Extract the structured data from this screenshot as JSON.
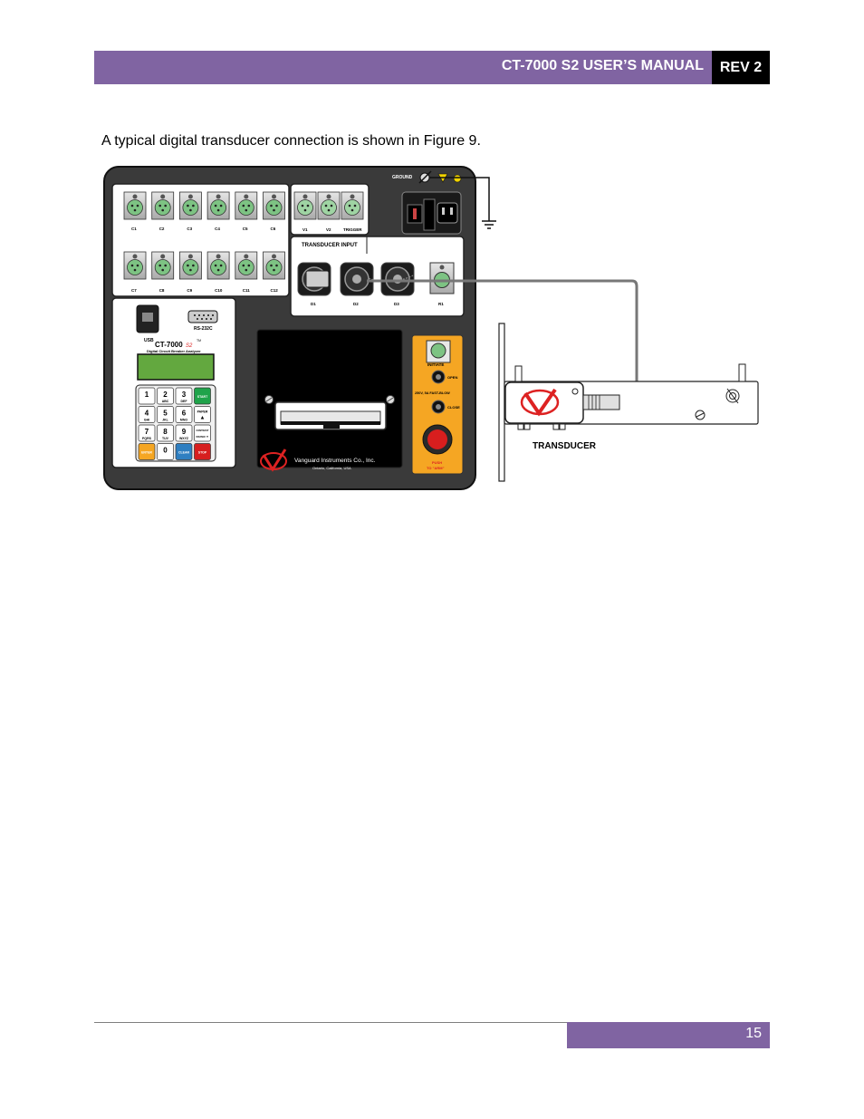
{
  "header": {
    "title": "CT-7000 S2 USER’S MANUAL",
    "rev": "REV 2"
  },
  "intro_text": "A typical digital transducer connection is shown in Figure 9.",
  "figure": {
    "ground_label": "GROUND",
    "channel_labels_row1": [
      "C1",
      "C2",
      "C3",
      "C4",
      "C5",
      "C6"
    ],
    "channel_labels_row2": [
      "C7",
      "C8",
      "C9",
      "C10",
      "C11",
      "C12"
    ],
    "voltage_labels": [
      "V1",
      "V2",
      "TRIGGER"
    ],
    "transducer_input_title": "TRANSDUCER INPUT",
    "transducer_port_labels": [
      "D1",
      "D2",
      "D3",
      "R1"
    ],
    "usb_label": "USB",
    "rs232_label": "RS-232C",
    "model": "CT-7000",
    "model_suffix": "S2",
    "model_tm": "TM",
    "model_subtitle": "Digital Circuit Breaker Analyzer",
    "keypad": [
      {
        "main": "1",
        "sub": ""
      },
      {
        "main": "2",
        "sub": "ABC"
      },
      {
        "main": "3",
        "sub": "DEF"
      },
      {
        "main": "START",
        "sub": ""
      },
      {
        "main": "4",
        "sub": "GHI"
      },
      {
        "main": "5",
        "sub": "JKL"
      },
      {
        "main": "6",
        "sub": "MNO"
      },
      {
        "main": "PAPER",
        "sub": "▲"
      },
      {
        "main": "7",
        "sub": "PQRS"
      },
      {
        "main": "8",
        "sub": "TUV"
      },
      {
        "main": "9",
        "sub": "WXYZ"
      },
      {
        "main": "CONTRAST",
        "sub": "PAPER ▼"
      },
      {
        "main": "ENTER",
        "sub": ""
      },
      {
        "main": "0",
        "sub": ""
      },
      {
        "main": "CLEAR",
        "sub": ""
      },
      {
        "main": "STOP",
        "sub": ""
      }
    ],
    "initiate_label": "INITIATE",
    "open_label": "OPEN",
    "fuse_label": "250V, 5A FAST-BLOW",
    "close_label": "CLOSE",
    "push_label_1": "PUSH",
    "push_label_2": "TO \"ARM\"",
    "company_name": "Vanguard Instruments Co., Inc.",
    "company_location": "Ontario, California, USA",
    "transducer_label": "TRANSDUCER"
  },
  "colors": {
    "accent": "#8064a2",
    "panel": "#3c3c3c",
    "connector_green": "#7dc383",
    "display_green": "#63a83f",
    "control_orange": "#f5a623"
  },
  "footer": {
    "page_number": "15"
  }
}
